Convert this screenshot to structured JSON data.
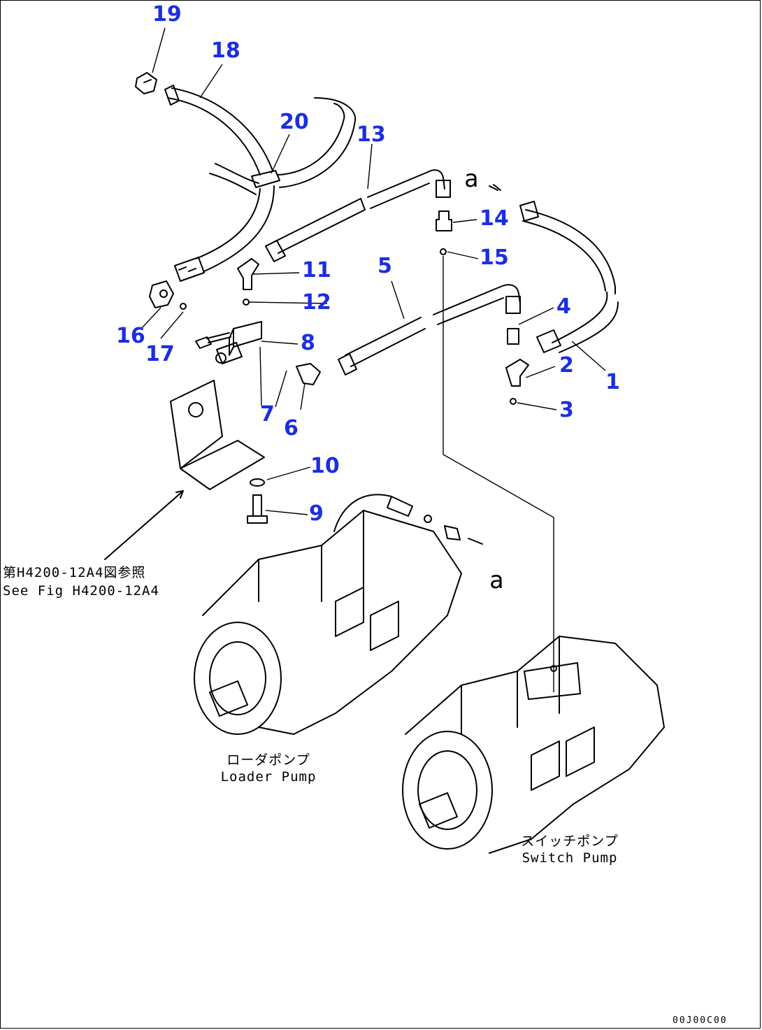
{
  "callouts": {
    "c1": "1",
    "c2": "2",
    "c3": "3",
    "c4": "4",
    "c5": "5",
    "c6": "6",
    "c7": "7",
    "c8": "8",
    "c9": "9",
    "c10": "10",
    "c11": "11",
    "c12": "12",
    "c13": "13",
    "c14": "14",
    "c15": "15",
    "c16": "16",
    "c17": "17",
    "c18": "18",
    "c19": "19",
    "c20": "20"
  },
  "markers": {
    "upper": "a",
    "lower": "a"
  },
  "reference": {
    "jp": "第H4200-12A4図参照",
    "en": "See Fig H4200-12A4"
  },
  "loader_pump": {
    "jp": "ローダポンプ",
    "en": "Loader Pump"
  },
  "switch_pump": {
    "jp": "スイッチポンプ",
    "en": "Switch Pump"
  },
  "drawing_code": "00J00C00",
  "colors": {
    "callout": "#1c2ee0",
    "line": "#000000"
  }
}
